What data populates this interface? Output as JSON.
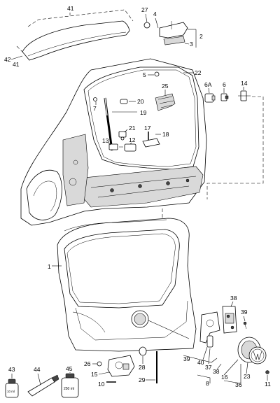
{
  "labels": {
    "l41_top": "41",
    "l41_side": "41",
    "l42": "42",
    "l27": "27",
    "l4": "4",
    "l2": "2",
    "l3": "3",
    "l5": "5",
    "l22": "22",
    "l25": "25",
    "l6a": "6A",
    "l6": "6",
    "l14": "14",
    "l20": "20",
    "l7": "7",
    "l19": "19",
    "l21": "21",
    "l17": "17",
    "l18": "18",
    "l13": "13",
    "l12": "12",
    "l1": "1",
    "l38a": "38",
    "l39a": "39",
    "l39b": "39",
    "l40": "40",
    "l37": "37",
    "l38b": "38",
    "l16": "16",
    "l23": "23",
    "l36": "36",
    "l8": "8",
    "l11": "11",
    "l26": "26",
    "l28": "28",
    "l15": "15",
    "l10": "10",
    "l29": "29",
    "l43": "43",
    "l44": "44",
    "l45": "45"
  },
  "product_labels": {
    "tube": "10 ml",
    "can": "250 ml"
  }
}
